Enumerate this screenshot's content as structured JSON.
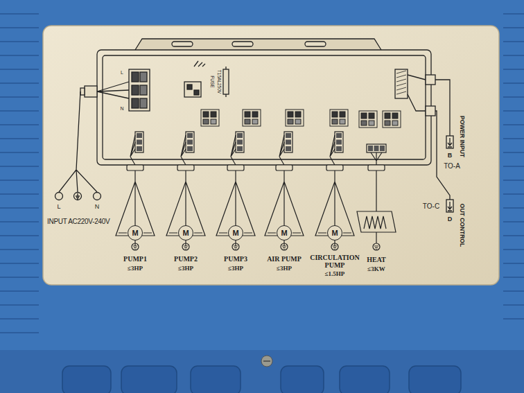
{
  "diagram": {
    "nodes": [
      {
        "text": [
          "M"
        ]
      },
      {
        "text": [
          "M"
        ]
      },
      {
        "text": [
          "M"
        ]
      },
      {
        "text": [
          "M"
        ]
      },
      {
        "text": [
          "M"
        ]
      }
    ],
    "labels": [
      "L",
      "N",
      "FUSE",
      "T15AL250V",
      "POWER INPUT",
      "B",
      "TO-A",
      "OUT CONTROL",
      "D",
      "TO-C",
      "INPUT AC220V-240V",
      "L",
      "N",
      "PUMP1",
      "≤3HP",
      "PUMP2",
      "≤3HP",
      "PUMP3",
      "≤3HP",
      "AIR PUMP",
      "≤3HP",
      "CIRCULATION PUMP",
      "≤1.5HP",
      "HEAT",
      "≤3KW"
    ]
  }
}
